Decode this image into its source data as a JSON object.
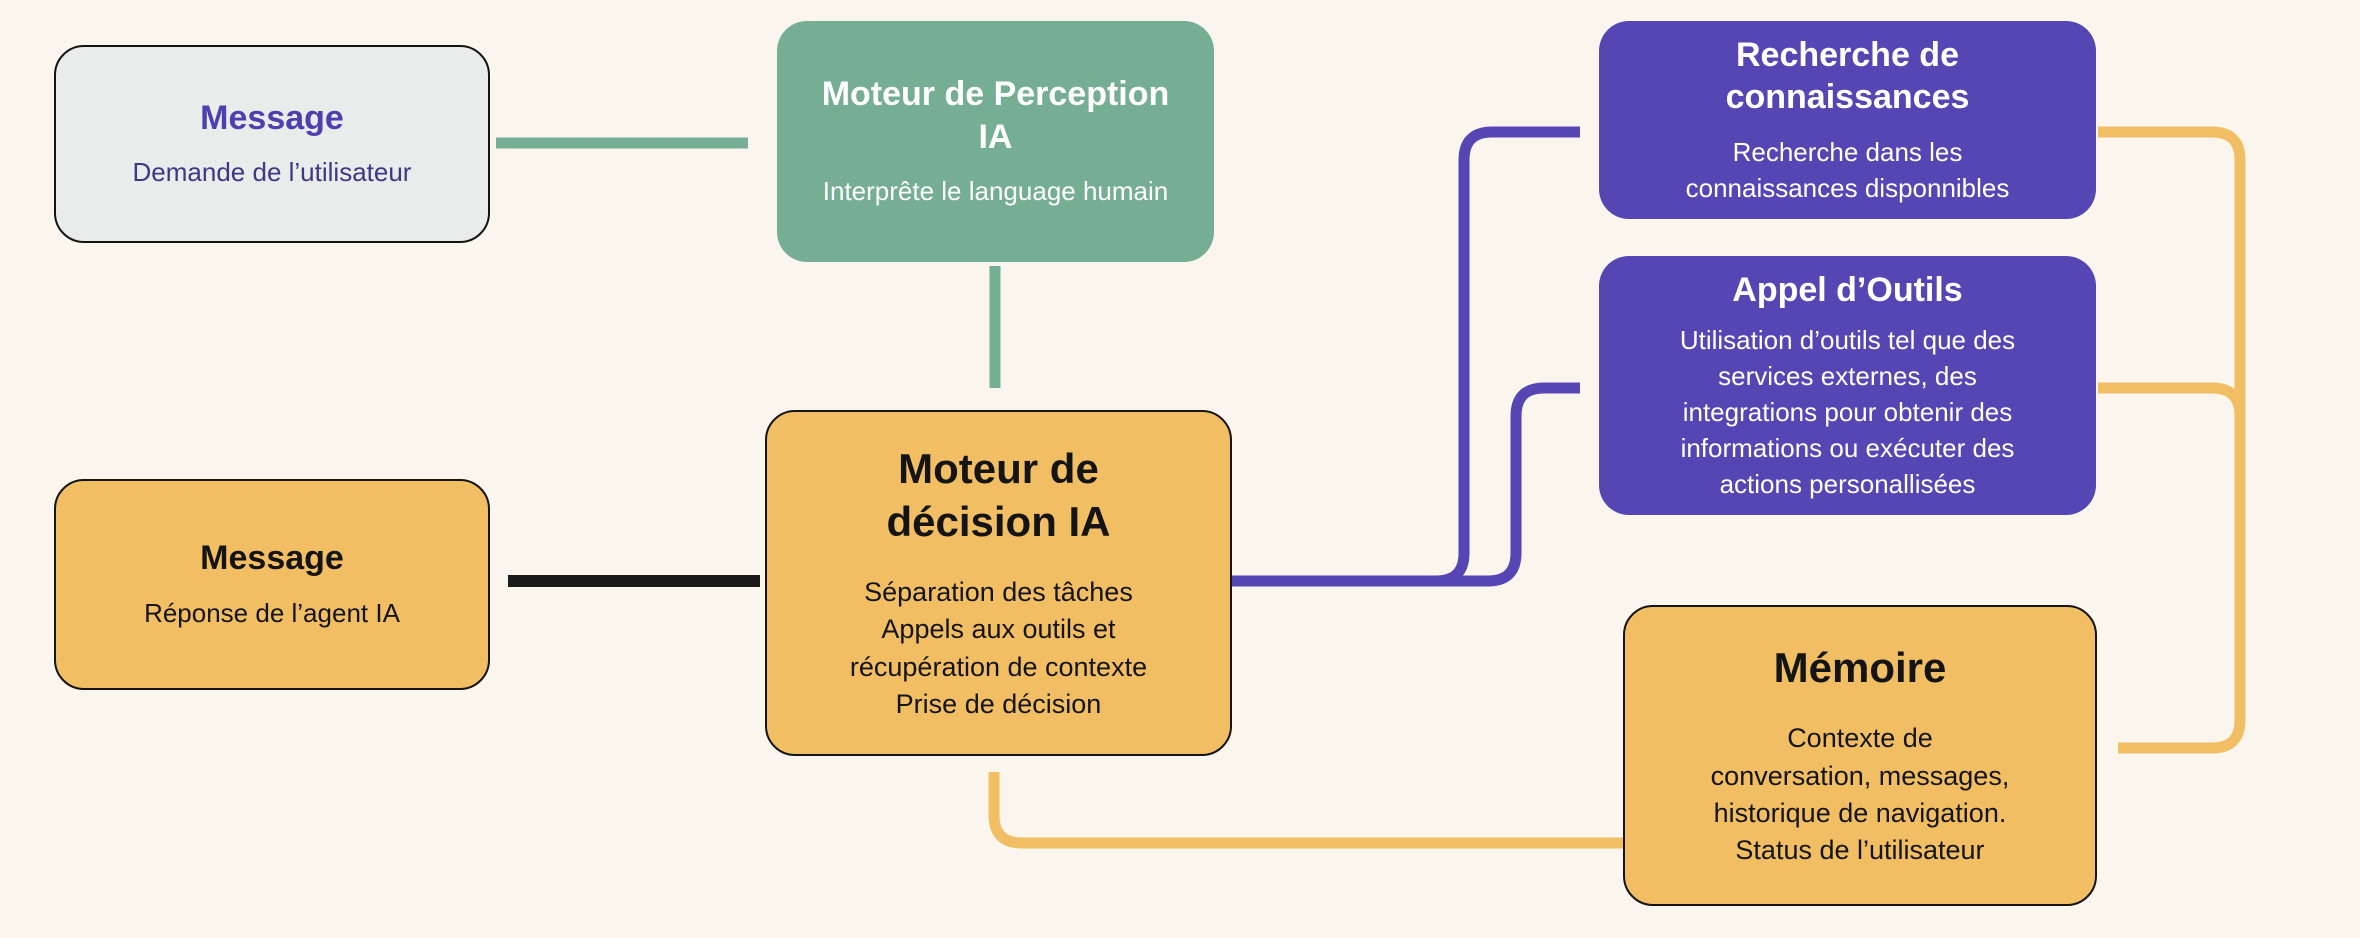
{
  "diagram": {
    "background": "#FAF6ED",
    "nodes": {
      "message_in": {
        "title": "Message",
        "body": "Demande de l’utilisateur",
        "fill": "#E9ECEB",
        "title_color": "#4C40B0"
      },
      "perception": {
        "title": "Moteur de Perception\nIA",
        "body": "Interprête le language humain",
        "fill": "#76AE93"
      },
      "knowledge": {
        "title": "Recherche  de\nconnaissances",
        "body": "Recherche dans les\nconnaissances disponnibles",
        "fill": "#5546B4"
      },
      "tools": {
        "title": "Appel d’Outils",
        "body": "Utilisation d’outils tel que des\nservices externes, des\nintegrations pour obtenir des\ninformations ou exécuter des\nactions personallisées",
        "fill": "#5546B4"
      },
      "decision": {
        "title": "Moteur de\ndécision IA",
        "body": "Séparation des tâches\nAppels aux outils et\nrécupération de contexte\nPrise de décision",
        "fill": "#F2BE63"
      },
      "message_out": {
        "title": "Message",
        "body": "Réponse de l’agent IA",
        "fill": "#F2BE63"
      },
      "memory": {
        "title": "Mémoire",
        "body": "Contexte de\nconversation, messages,\nhistorique de navigation.\nStatus de l’utilisateur",
        "fill": "#F2BE63"
      }
    },
    "edges": [
      {
        "from": "message_in",
        "to": "perception",
        "color": "#76AE93"
      },
      {
        "from": "perception",
        "to": "decision",
        "color": "#76AE93"
      },
      {
        "from": "decision",
        "to": "message_out",
        "color": "#1A1A1A"
      },
      {
        "from": "decision",
        "to": "knowledge",
        "color": "#5546B4"
      },
      {
        "from": "decision",
        "to": "tools",
        "color": "#5546B4"
      },
      {
        "from": "knowledge",
        "to": "memory",
        "color": "#F2BE63"
      },
      {
        "from": "tools",
        "to": "memory",
        "color": "#F2BE63"
      },
      {
        "from": "memory",
        "to": "decision",
        "color": "#F2BE63"
      }
    ]
  }
}
